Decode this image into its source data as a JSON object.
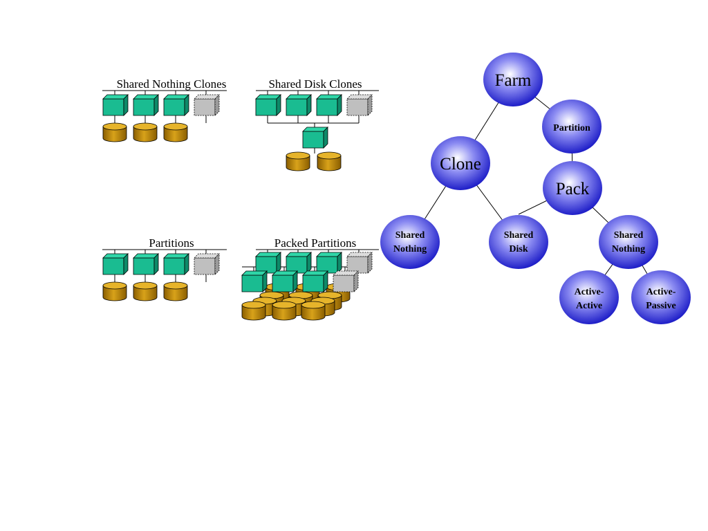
{
  "panels": {
    "shared_nothing_clones": {
      "title": "Shared Nothing Clones"
    },
    "shared_disk_clones": {
      "title": "Shared Disk Clones"
    },
    "partitions": {
      "title": "Partitions"
    },
    "packed_partitions": {
      "title": "Packed Partitions"
    }
  },
  "tree": {
    "farm": {
      "label": "Farm"
    },
    "partition": {
      "label": "Partition"
    },
    "clone": {
      "label": "Clone"
    },
    "pack": {
      "label": "Pack"
    },
    "clone_shared_nothing": {
      "line1": "Shared",
      "line2": "Nothing"
    },
    "clone_shared_disk": {
      "line1": "Shared",
      "line2": "Disk"
    },
    "pack_shared_nothing": {
      "line1": "Shared",
      "line2": "Nothing"
    },
    "active_active": {
      "line1": "Active-",
      "line2": "Active"
    },
    "active_passive": {
      "line1": "Active-",
      "line2": "Passive"
    }
  },
  "colors": {
    "server": "#1abc91",
    "server_standby": "#c0c0c0",
    "disk": "#c9930f",
    "disk_standby": "#bdbdbd",
    "node": "#2a2ad0"
  }
}
